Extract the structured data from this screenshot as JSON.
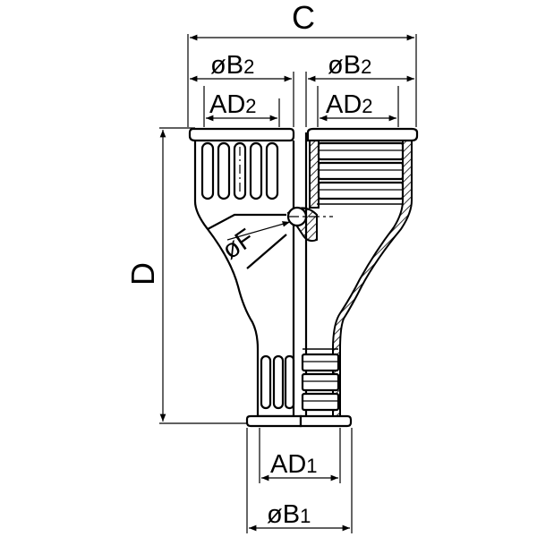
{
  "drawing": {
    "labels": {
      "c": "C",
      "d": "D",
      "b2_left": "øB",
      "b2_left_sub": "2",
      "b2_right": "øB",
      "b2_right_sub": "2",
      "ad2_left": "AD",
      "ad2_left_sub": "2",
      "ad2_right": "AD",
      "ad2_right_sub": "2",
      "f": "øF",
      "ad1": "AD",
      "ad1_sub": "1",
      "b1": "øB",
      "b1_sub": "1"
    },
    "colors": {
      "line": "#000000",
      "background": "#ffffff"
    }
  }
}
